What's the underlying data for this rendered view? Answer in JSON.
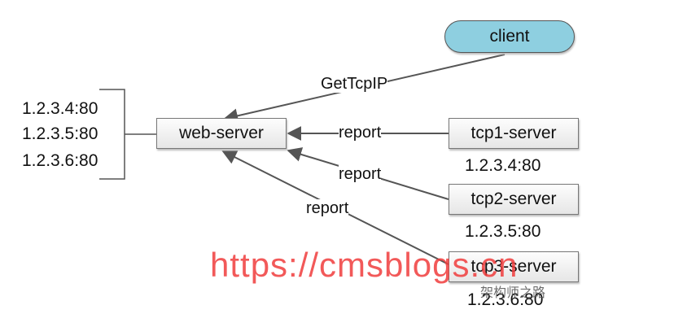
{
  "nodes": {
    "client": "client",
    "web_server": "web-server",
    "tcp1": "tcp1-server",
    "tcp2": "tcp2-server",
    "tcp3": "tcp3-server"
  },
  "edges": {
    "get_tcp_ip": "GetTcpIP",
    "report1": "report",
    "report2": "report",
    "report3": "report"
  },
  "addresses": {
    "list": [
      "1.2.3.4:80",
      "1.2.3.5:80",
      "1.2.3.6:80"
    ],
    "tcp1": "1.2.3.4:80",
    "tcp2": "1.2.3.5:80",
    "tcp3": "1.2.3.6:80"
  },
  "watermark": {
    "url": "https://cmsblogs.cn",
    "caption": "架构师之路"
  },
  "colors": {
    "client_fill": "#8ecfe0",
    "watermark": "#f03c3c"
  }
}
